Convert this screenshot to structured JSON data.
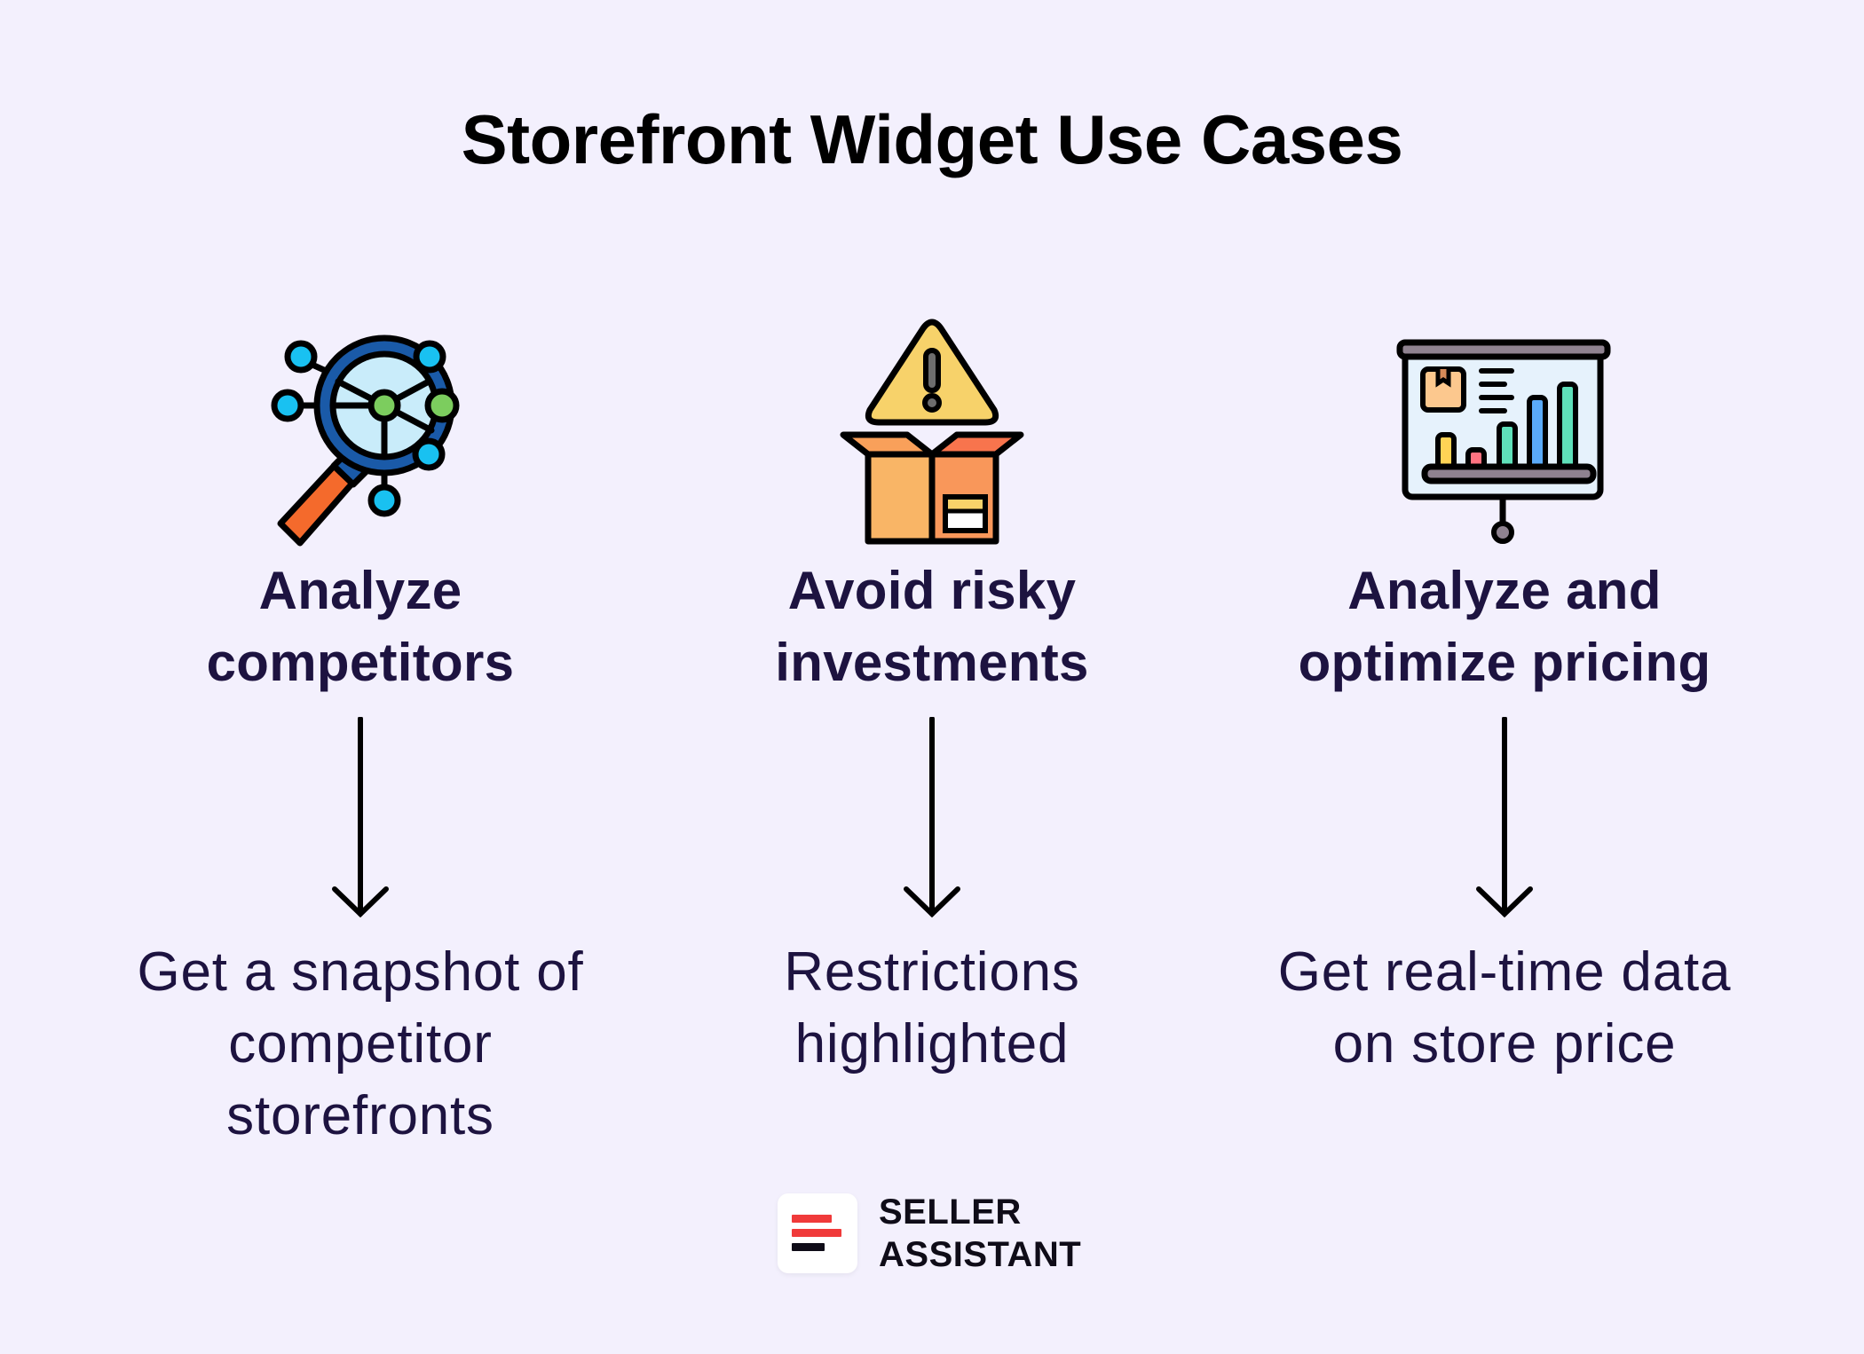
{
  "title": "Storefront Widget Use Cases",
  "use_cases": [
    {
      "icon": "magnifier-network-icon",
      "heading_line1": "Analyze",
      "heading_line2": "competitors",
      "desc_line1": "Get a snapshot of",
      "desc_line2": "competitor",
      "desc_line3": "storefronts"
    },
    {
      "icon": "warning-box-icon",
      "heading_line1": "Avoid risky",
      "heading_line2": "investments",
      "desc_line1": "Restrictions",
      "desc_line2": "highlighted",
      "desc_line3": ""
    },
    {
      "icon": "presentation-chart-icon",
      "heading_line1": "Analyze and",
      "heading_line2": "optimize pricing",
      "desc_line1": "Get real-time data",
      "desc_line2": "on store price",
      "desc_line3": ""
    }
  ],
  "brand": {
    "line1": "SELLER",
    "line2": "ASSISTANT",
    "accent_color": "#f03a3a",
    "dark_color": "#0f0c18"
  },
  "colors": {
    "background": "#f3f0fd",
    "heading": "#1d1340",
    "title": "#000000"
  }
}
